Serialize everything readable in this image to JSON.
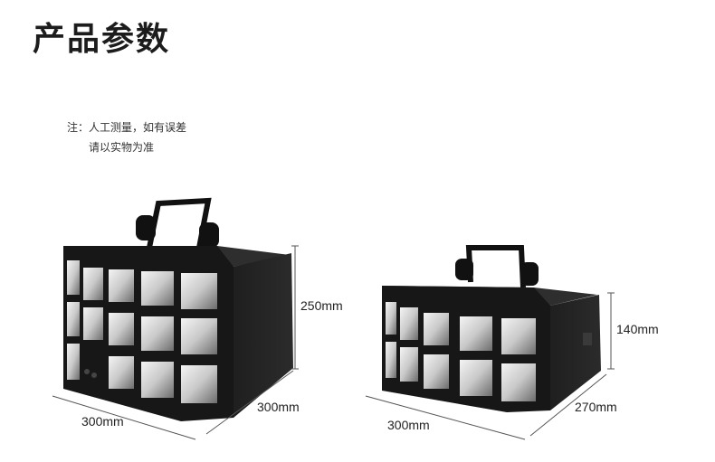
{
  "title": "产品参数",
  "note": {
    "prefix": "注：",
    "line1": "人工测量，如有误差",
    "line2": "请以实物为准"
  },
  "products": [
    {
      "name": "large-light",
      "height": "250mm",
      "width": "300mm",
      "depth": "300mm"
    },
    {
      "name": "small-light",
      "height": "140mm",
      "width": "300mm",
      "depth": "270mm"
    }
  ]
}
